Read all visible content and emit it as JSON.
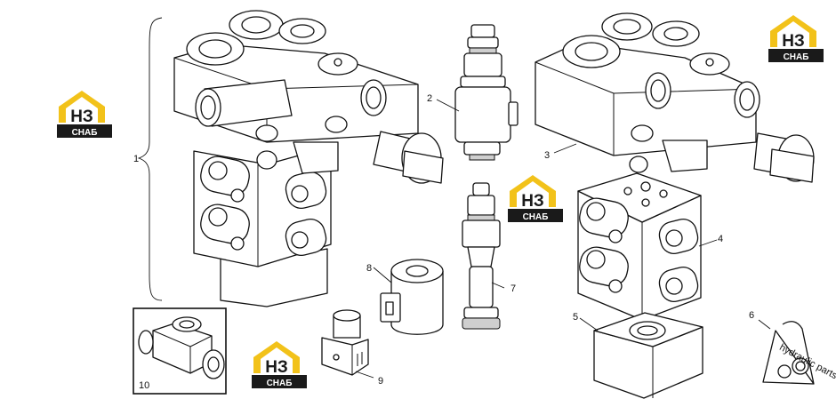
{
  "callouts": [
    "1",
    "2",
    "3",
    "4",
    "5",
    "6",
    "7",
    "8",
    "9",
    "10"
  ],
  "watermark": {
    "line1": "НЗ",
    "line2": "СНАБ"
  },
  "decal_text": "hydraulic parts",
  "colors": {
    "logo_yellow": "#f2c21a",
    "logo_dark": "#1a1a1a",
    "line": "#111111"
  }
}
